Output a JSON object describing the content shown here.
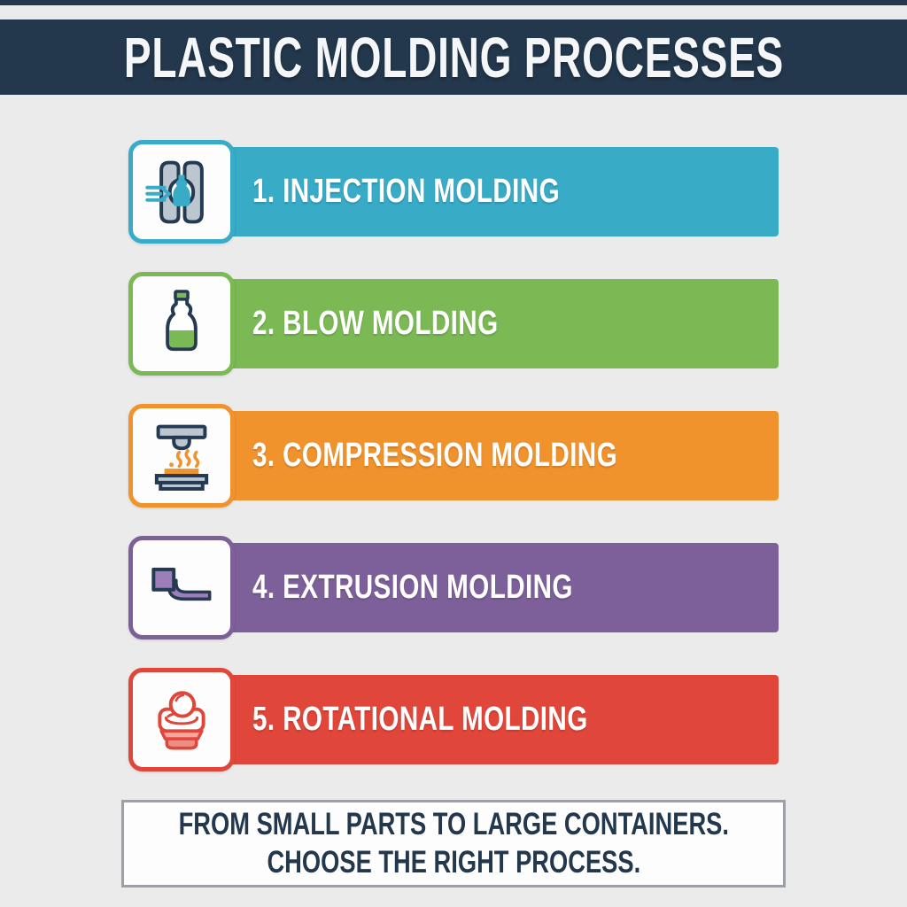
{
  "page": {
    "background_color": "#ebebeb",
    "top_strip_color": "#23384d"
  },
  "header": {
    "title": "PLASTIC MOLDING PROCESSES",
    "background_color": "#23384d",
    "text_color": "#f5f6f8"
  },
  "processes": [
    {
      "label": "1. INJECTION MOLDING",
      "color": "#38abc7",
      "icon": "injection-molding-icon"
    },
    {
      "label": "2. BLOW MOLDING",
      "color": "#7bb954",
      "icon": "blow-molding-bottle-icon"
    },
    {
      "label": "3. COMPRESSION MOLDING",
      "color": "#f0932d",
      "icon": "compression-press-icon"
    },
    {
      "label": "4. EXTRUSION MOLDING",
      "color": "#7d6099",
      "icon": "extrusion-die-icon"
    },
    {
      "label": "5. ROTATIONAL MOLDING",
      "color": "#e0473a",
      "icon": "rotational-molding-icon"
    }
  ],
  "footer": {
    "line1": "FROM SMALL PARTS TO LARGE CONTAINERS.",
    "line2": "CHOOSE THE RIGHT PROCESS."
  }
}
